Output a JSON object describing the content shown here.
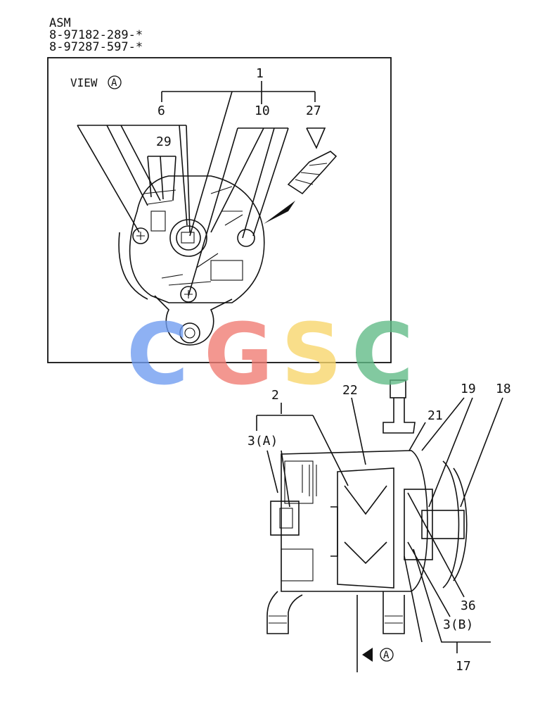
{
  "header": {
    "line1": "ASM",
    "line2": "8-97182-289-*",
    "line3": "8-97287-597-*"
  },
  "view_box": {
    "label": "VIEW",
    "marker": "A"
  },
  "callouts": {
    "c1": "1",
    "c6": "6",
    "c10": "10",
    "c27": "27",
    "c29": "29",
    "c2": "2",
    "c22": "22",
    "c19": "19",
    "c18": "18",
    "c21": "21",
    "c3a": "3(A)",
    "c36": "36",
    "c3b": "3(B)",
    "c17": "17"
  },
  "arrow_marker": "A",
  "watermark": {
    "letters": [
      "C",
      "G",
      "S",
      "C"
    ],
    "colors": [
      "#6f9cf0",
      "#f07a72",
      "#f8d66a",
      "#5fba86"
    ]
  }
}
